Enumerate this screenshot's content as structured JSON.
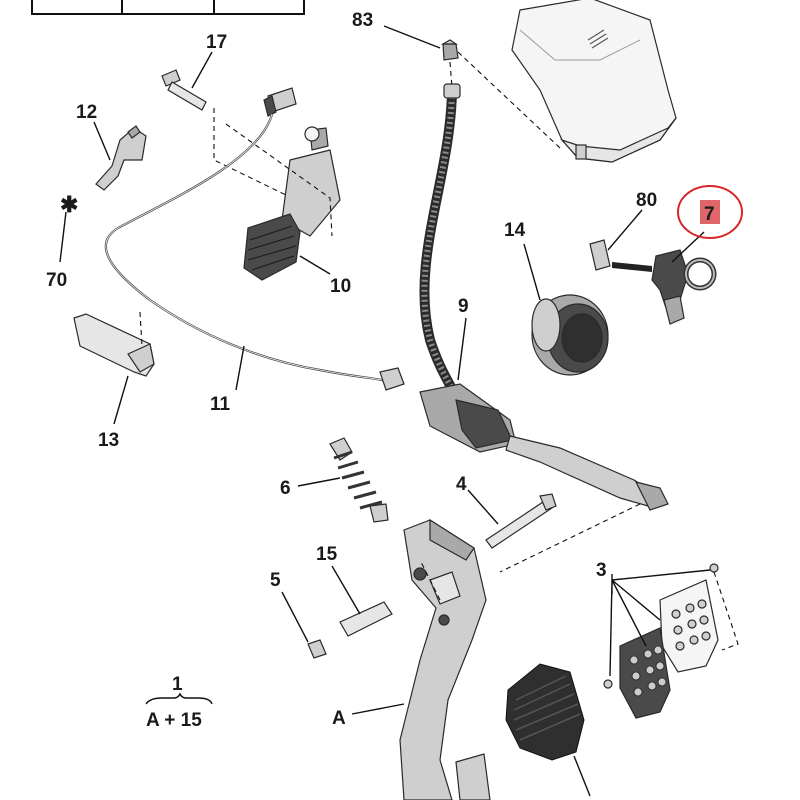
{
  "diagram": {
    "callouts": {
      "c83": "83",
      "c17": "17",
      "c12": "12",
      "c70": "70",
      "c10": "10",
      "c14": "14",
      "c80": "80",
      "c7": "7",
      "c9": "9",
      "c11": "11",
      "c13": "13",
      "c6": "6",
      "c4": "4",
      "c15": "15",
      "c5": "5",
      "c3": "3",
      "cA": "A",
      "c1": "1"
    },
    "formula": "A + 15",
    "star_symbol": "✱",
    "highlight": {
      "part": "7",
      "circle_color": "#d9262a",
      "badge_color": "#e0666a"
    }
  }
}
